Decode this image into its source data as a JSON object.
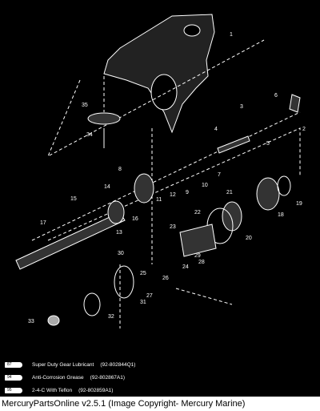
{
  "callouts": [
    "1",
    "2",
    "3",
    "4",
    "5",
    "6",
    "7",
    "8",
    "9",
    "10",
    "11",
    "12",
    "13",
    "14",
    "15",
    "16",
    "17",
    "18",
    "19",
    "20",
    "21",
    "22",
    "23",
    "24",
    "25",
    "26",
    "27",
    "28",
    "29",
    "30",
    "31",
    "32",
    "33",
    "34",
    "35"
  ],
  "lube_codes": [
    "87",
    "94",
    "95"
  ],
  "legend": [
    {
      "code": "87",
      "description": "Super Duty Gear Lubricant",
      "part": "(92-802844Q1)"
    },
    {
      "code": "94",
      "description": "Anti-Corrosion Grease",
      "part": "(92-802867A1)"
    },
    {
      "code": "95",
      "description": "2-4-C With Teflon",
      "part": "(92-802859A1)"
    }
  ],
  "footer": "MercuryPartsOnline v2.5.1 (Image Copyright- Mercury Marine)",
  "colors": {
    "background": "#000000",
    "ink": "#ffffff",
    "footer_bg": "#ffffff",
    "footer_text": "#000000"
  }
}
